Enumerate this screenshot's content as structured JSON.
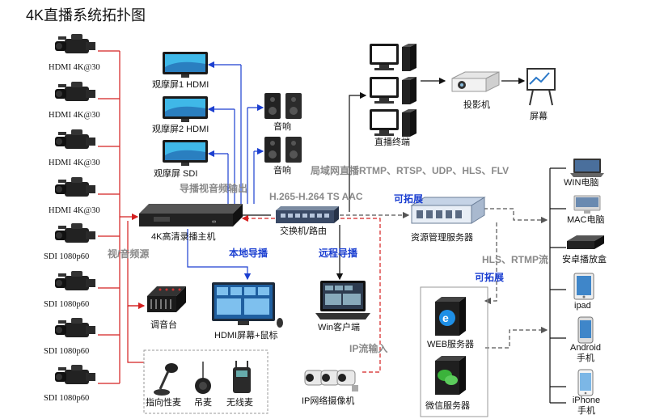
{
  "title": "4K直播系统拓扑图",
  "cameras": [
    "HDMI 4K@30",
    "HDMI 4K@30",
    "HDMI 4K@30",
    "HDMI 4K@30",
    "SDI 1080p60",
    "SDI 1080p60",
    "SDI 1080p60",
    "SDI 1080p60"
  ],
  "monitors": [
    "观摩屏1 HDMI",
    "观摩屏2 HDMI",
    "观摩屏 SDI"
  ],
  "speakers": [
    "音响",
    "音响"
  ],
  "host": "4K高清录播主机",
  "switch": "交换机/路由",
  "live_terminal": "直播终端",
  "projector": "投影机",
  "screen": "屏幕",
  "resource_server": "资源管理服务器",
  "hdmi_display": "HDMI屏幕+鼠标",
  "win_client": "Win客户端",
  "ip_camera": "IP网络摄像机",
  "mixer": "调音台",
  "mics": [
    "指向性麦",
    "吊麦",
    "无线麦"
  ],
  "web_server": "WEB服务器",
  "wechat_server": "微信服务器",
  "clients": [
    {
      "name": "WIN电脑"
    },
    {
      "name": "MAC电脑"
    },
    {
      "name": "安卓播放盒"
    },
    {
      "name": "ipad"
    },
    {
      "name": "Android\n手机"
    },
    {
      "name": "iPhone\n手机"
    }
  ],
  "annotations": {
    "lan_protocols": "局域网直播RTMP、RTSP、UDP、HLS、FLV",
    "av_out": "导播视音频输出",
    "codec": "H.265-H.264 TS AAC",
    "expand1": "可拓展",
    "expand2": "可拓展",
    "hls": "HLS、RTMP流",
    "av_in": "视/音频源",
    "local_direct": "本地导播",
    "remote_direct": "远程导播",
    "ip_in": "IP流输入"
  },
  "colors": {
    "red": "#d42020",
    "blue": "#1c3fd0",
    "black": "#111111",
    "gray": "#888888",
    "accent_text": "#1b3fd1"
  }
}
